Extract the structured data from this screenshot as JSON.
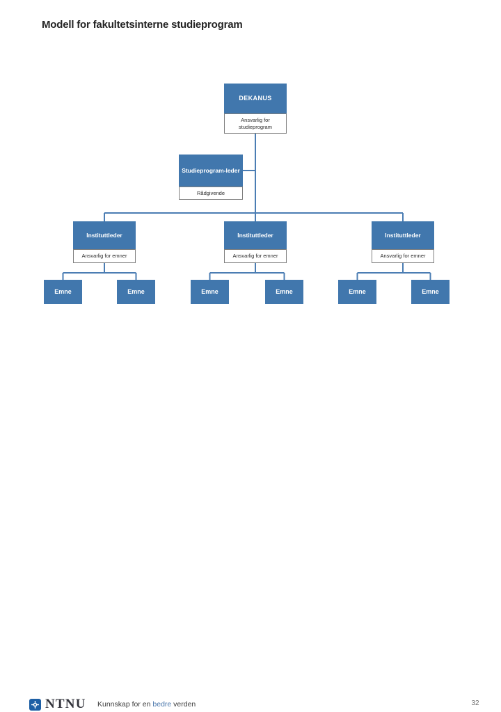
{
  "title": "Modell for fakultetsinterne studieprogram",
  "diagram": {
    "type": "org-chart",
    "nodes": {
      "dekanus": {
        "label": "DEKANUS",
        "sublabel": "Ansvarlig for studieprogram"
      },
      "studieprogramleder": {
        "label": "Studieprogram-leder",
        "sublabel": "Rådgivende"
      },
      "instituttleder": {
        "label": "Instituttleder",
        "sublabel": "Ansvarlig for emner"
      },
      "emne": {
        "label": "Emne"
      }
    },
    "structure": {
      "root": "dekanus",
      "advisory_of_root": "studieprogramleder",
      "level2": [
        "instituttleder",
        "instituttleder",
        "instituttleder"
      ],
      "children_per_level2_node": [
        "emne",
        "emne"
      ]
    }
  },
  "footer": {
    "brand": "NTNU",
    "slogan": [
      "Kunnskap for en ",
      "bedre",
      " verden"
    ],
    "page_number": "32"
  },
  "colors": {
    "box_blue": "#4177ad",
    "connector_blue": "#4b7db3",
    "logo_blue": "#1d5fa5",
    "slogan_accent_blue": "#4a77ac"
  }
}
